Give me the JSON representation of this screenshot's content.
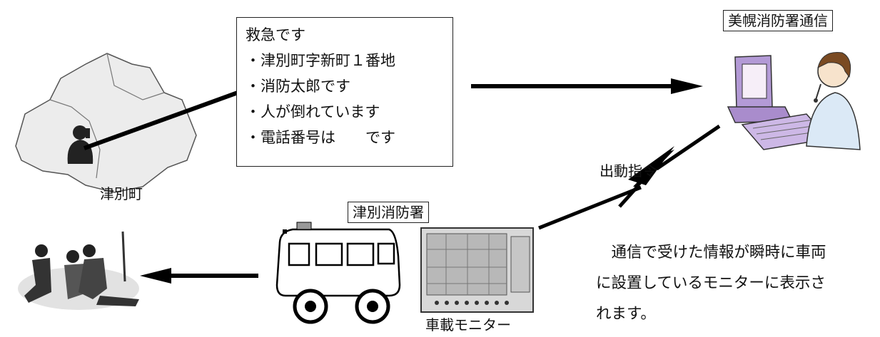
{
  "message": {
    "heading": "救急です",
    "items": [
      "・津別町字新町１番地",
      "・消防太郎です",
      "・人が倒れています",
      "・電話番号は　　です"
    ]
  },
  "labels": {
    "town": "津別町",
    "comm_center": "美幌消防署通信",
    "fire_station": "津別消防署",
    "dispatch": "出動指令",
    "monitor": "車載モニター"
  },
  "note": {
    "lines": [
      "　通信で受けた情報が瞬時に車両",
      "に設置しているモニターに表示さ",
      "れます。"
    ]
  },
  "icons": [
    "map-icon",
    "caller-icon",
    "operator-computer-icon",
    "ambulance-icon",
    "vehicle-monitor-icon",
    "rescue-scene-icon"
  ]
}
